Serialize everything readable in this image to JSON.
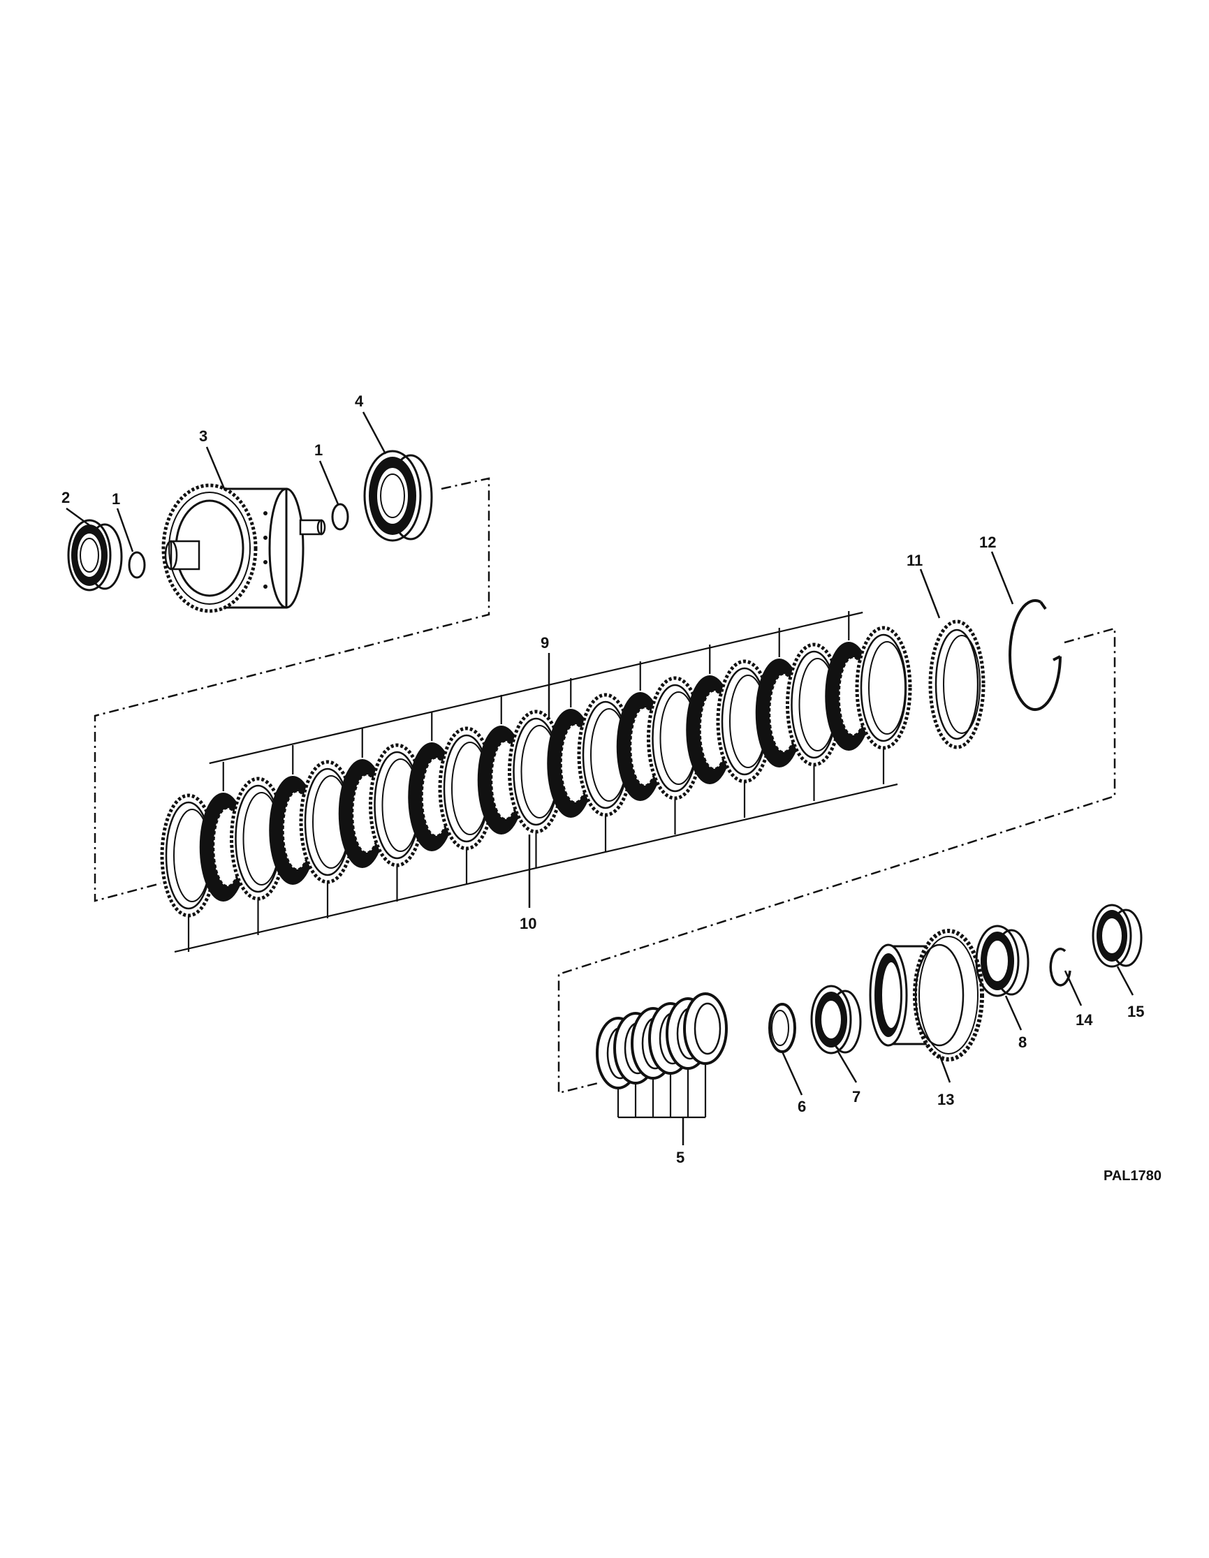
{
  "figure_id": "PAL1780",
  "callouts": {
    "c1a": "1",
    "c1b": "1",
    "c2": "2",
    "c3": "3",
    "c4": "4",
    "c5": "5",
    "c6": "6",
    "c7": "7",
    "c8": "8",
    "c9": "9",
    "c10": "10",
    "c11": "11",
    "c12": "12",
    "c13": "13",
    "c14": "14",
    "c15": "15"
  },
  "colors": {
    "ink": "#111111",
    "paper": "#ffffff"
  },
  "icons": [
    "bearing-icon",
    "o-ring-icon",
    "gear-hub-icon",
    "clutch-disc-icon",
    "snap-ring-icon",
    "spring-washer-icon",
    "gear-icon"
  ]
}
